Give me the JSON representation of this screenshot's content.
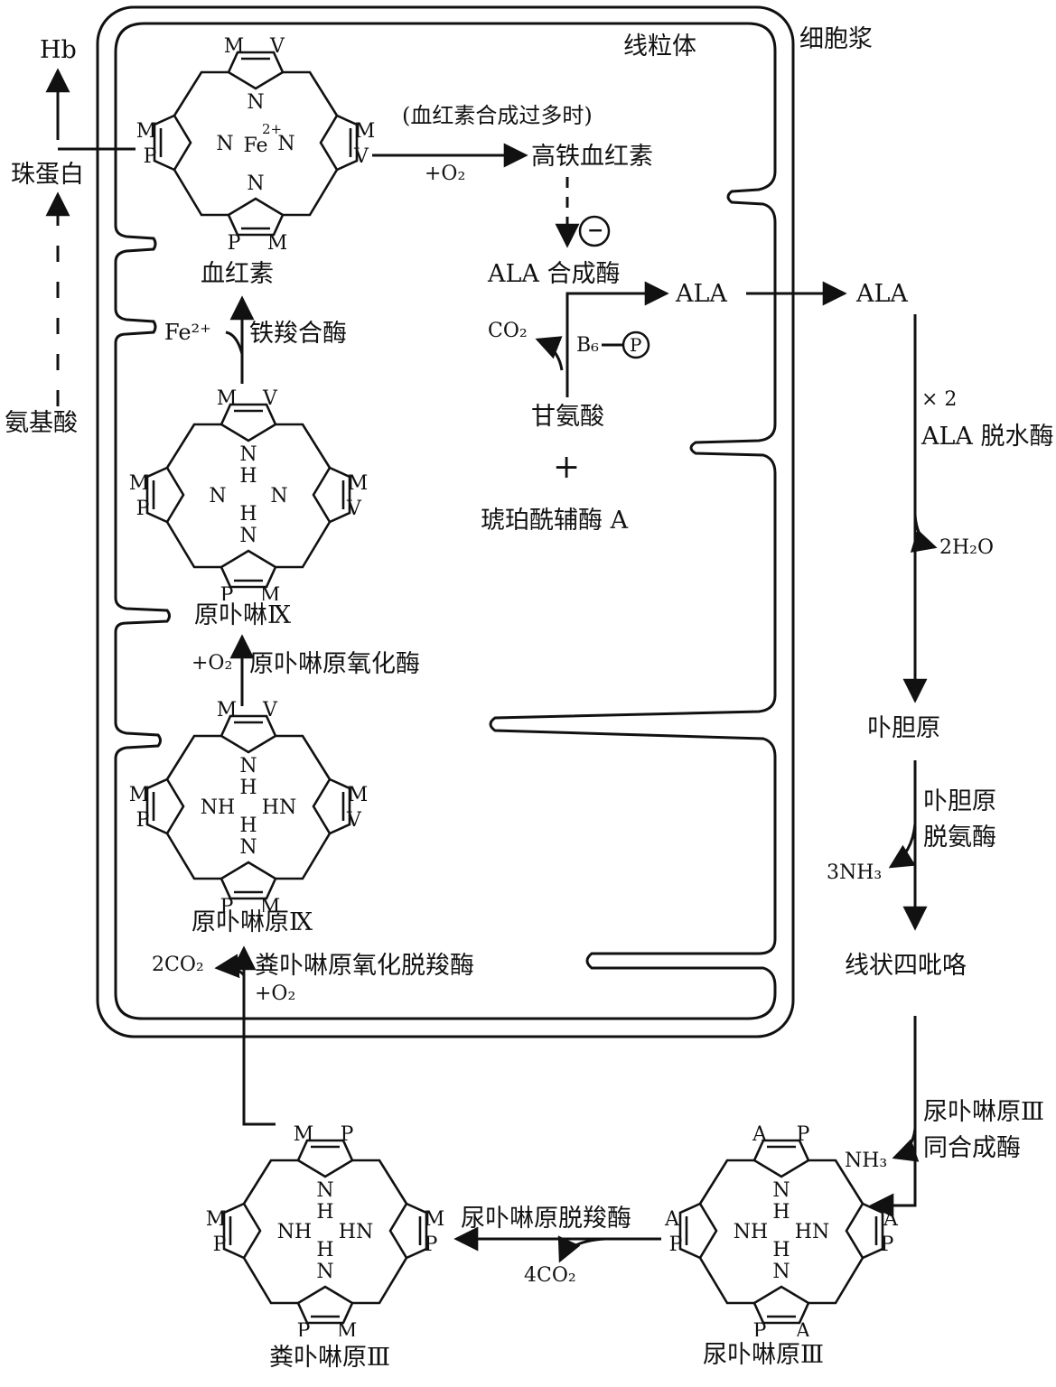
{
  "compartments": {
    "mitochondria": "线粒体",
    "cytoplasm": "细胞浆"
  },
  "left": {
    "hb": "Hb",
    "globin": "珠蛋白",
    "amino_acids": "氨基酸"
  },
  "heme": {
    "name": "血红素",
    "fe": "Fe",
    "fe_charge": "2+",
    "subs": {
      "top1": "M",
      "top2": "V",
      "l1": "M",
      "l2": "P",
      "r1": "M",
      "r2": "V",
      "b1": "P",
      "b2": "M"
    }
  },
  "heme_excess": "(血红素合成过多时)",
  "o2": "+O₂",
  "hemin": "高铁血红素",
  "inhibit": "−",
  "ala_synthase": "ALA 合成酶",
  "ala": "ALA",
  "co2": "CO₂",
  "b6": "B₆",
  "phosphate": "P",
  "glycine": "甘氨酸",
  "plus": "+",
  "succinyl_coa": "琥珀酰辅酶 A",
  "fe2": "Fe²⁺",
  "ferrochelatase": "铁羧合酶",
  "protoporphyrin": {
    "name": "原卟啉Ⅸ",
    "subs": {
      "top1": "M",
      "top2": "V",
      "l1": "M",
      "l2": "P",
      "r1": "M",
      "r2": "V",
      "b1": "P",
      "b2": "M"
    }
  },
  "ppo": {
    "o2": "+O₂",
    "name": "原卟啉原氧化酶"
  },
  "protoporphyrinogen": {
    "name": "原卟啉原Ⅸ",
    "subs": {
      "top1": "M",
      "top2": "V",
      "l1": "M",
      "l2": "P",
      "r1": "M",
      "r2": "V",
      "b1": "P",
      "b2": "M"
    }
  },
  "cpo": {
    "co2": "2CO₂",
    "name": "粪卟啉原氧化脱羧酶",
    "o2": "+O₂"
  },
  "ala_dehydratase": {
    "times": "× 2",
    "name": "ALA 脱水酶",
    "h2o": "2H₂O"
  },
  "pbg": "卟胆原",
  "pbg_deaminase": {
    "name1": "卟胆原",
    "name2": "脱氨酶",
    "nh3": "3NH₃"
  },
  "linear_tetrapyrrole": "线状四吡咯",
  "uro_synthase": {
    "name1": "尿卟啉原Ⅲ",
    "name2": "同合成酶",
    "nh3": "NH₃"
  },
  "uroporphyrinogen": {
    "name": "尿卟啉原Ⅲ",
    "subs": {
      "top1": "A",
      "top2": "P",
      "l1": "A",
      "l2": "P",
      "r1": "A",
      "r2": "P",
      "b1": "P",
      "b2": "A"
    }
  },
  "uro_decarboxylase": {
    "name": "尿卟啉原脱羧酶",
    "co2": "4CO₂"
  },
  "coproporphyrinogen": {
    "name": "粪卟啉原Ⅲ",
    "subs": {
      "top1": "M",
      "top2": "P",
      "l1": "M",
      "l2": "P",
      "r1": "M",
      "r2": "P",
      "b1": "P",
      "b2": "M"
    }
  },
  "ring_atoms": {
    "n": "N",
    "nh": "NH",
    "hn": "HN",
    "h": "H"
  }
}
